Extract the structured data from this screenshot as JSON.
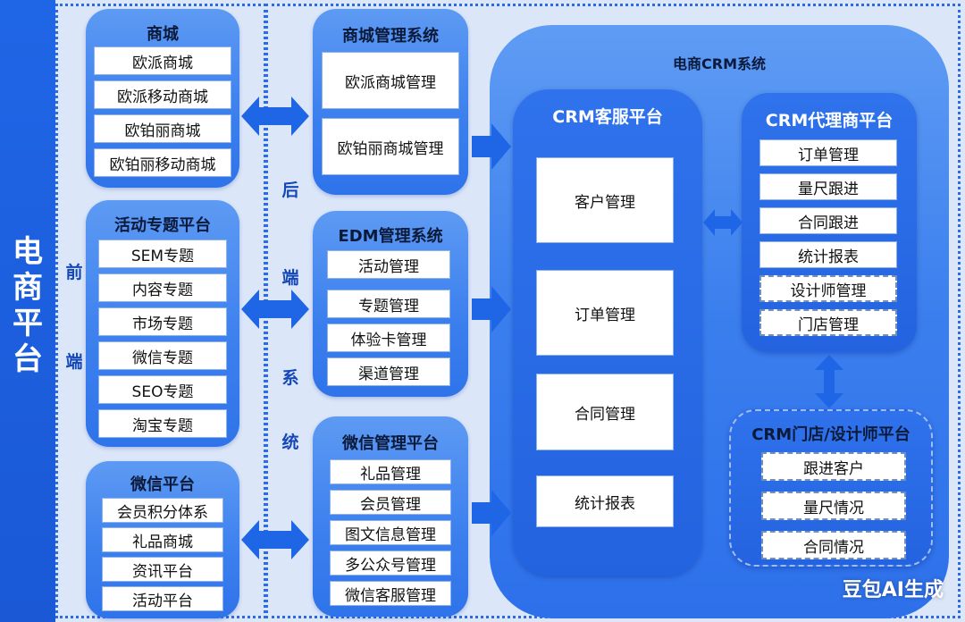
{
  "sidebar": {
    "title": "电商平台"
  },
  "labels": {
    "frontend": [
      "前",
      "端"
    ],
    "backend": [
      "后",
      "端",
      "系",
      "统"
    ]
  },
  "mall": {
    "title": "商城",
    "items": [
      "欧派商城",
      "欧派移动商城",
      "欧铂丽商城",
      "欧铂丽移动商城"
    ]
  },
  "activity": {
    "title": "活动专题平台",
    "items": [
      "SEM专题",
      "内容专题",
      "市场专题",
      "微信专题",
      "SEO专题",
      "淘宝专题"
    ]
  },
  "wechat": {
    "title": "微信平台",
    "items": [
      "会员积分体系",
      "礼品商城",
      "资讯平台",
      "活动平台"
    ]
  },
  "mall_mgmt": {
    "title": "商城管理系统",
    "items": [
      "欧派商城管理",
      "欧铂丽商城管理"
    ]
  },
  "edm": {
    "title": "EDM管理系统",
    "items": [
      "活动管理",
      "专题管理",
      "体验卡管理",
      "渠道管理"
    ]
  },
  "wechat_mgmt": {
    "title": "微信管理平台",
    "items": [
      "礼品管理",
      "会员管理",
      "图文信息管理",
      "多公众号管理",
      "微信客服管理"
    ]
  },
  "crm": {
    "title": "电商CRM系统",
    "service": {
      "title": "CRM客服平台",
      "items": [
        "客户管理",
        "订单管理",
        "合同管理",
        "统计报表"
      ]
    },
    "agent": {
      "title": "CRM代理商平台",
      "items": [
        "订单管理",
        "量尺跟进",
        "合同跟进",
        "统计报表",
        "设计师管理",
        "门店管理"
      ]
    },
    "store": {
      "title": "CRM门店/设计师平台",
      "items": [
        "跟进客户",
        "量尺情况",
        "合同情况"
      ]
    }
  },
  "watermark": "豆包AI生成",
  "colors": {
    "accent": "#1f66e6",
    "panel": "#3b7fee",
    "arrow": "#1f66e6"
  }
}
